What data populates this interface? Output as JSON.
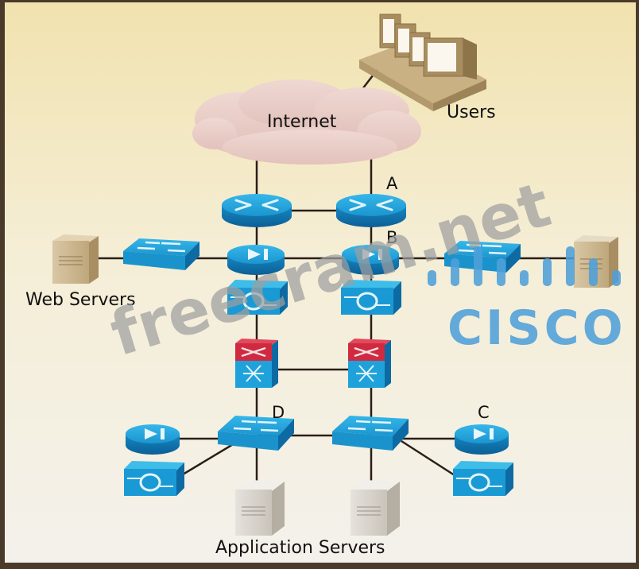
{
  "diagram": {
    "type": "network-topology",
    "labels": {
      "internet": "Internet",
      "users": "Users",
      "web_servers": "Web Servers",
      "application_servers": "Application Servers",
      "point_a": "A",
      "point_b": "B",
      "point_c": "C",
      "point_d": "D"
    },
    "nodes": [
      {
        "id": "users",
        "kind": "workstations",
        "label": "Users"
      },
      {
        "id": "internet",
        "kind": "cloud",
        "label": "Internet"
      },
      {
        "id": "router-left",
        "kind": "router"
      },
      {
        "id": "router-right",
        "kind": "router",
        "marker": "A"
      },
      {
        "id": "lb-left",
        "kind": "content-router"
      },
      {
        "id": "lb-right",
        "kind": "content-router",
        "marker": "B"
      },
      {
        "id": "switch-web",
        "kind": "switch"
      },
      {
        "id": "switch-right",
        "kind": "switch"
      },
      {
        "id": "server-web",
        "kind": "server",
        "label": "Web Servers"
      },
      {
        "id": "server-right",
        "kind": "server"
      },
      {
        "id": "fw-left",
        "kind": "firewall"
      },
      {
        "id": "fw-right",
        "kind": "firewall"
      },
      {
        "id": "l3-left",
        "kind": "multilayer-switch"
      },
      {
        "id": "l3-right",
        "kind": "multilayer-switch"
      },
      {
        "id": "access-left",
        "kind": "switch",
        "marker": "D"
      },
      {
        "id": "access-right",
        "kind": "switch"
      },
      {
        "id": "lb-bottom-left",
        "kind": "content-router"
      },
      {
        "id": "fw-bottom-left",
        "kind": "firewall"
      },
      {
        "id": "lb-bottom-right",
        "kind": "content-router",
        "marker": "C"
      },
      {
        "id": "fw-bottom-right",
        "kind": "firewall"
      },
      {
        "id": "app-server-left",
        "kind": "server",
        "label": "Application Servers"
      },
      {
        "id": "app-server-right",
        "kind": "server",
        "label": "Application Servers"
      }
    ],
    "links": [
      [
        "users",
        "internet"
      ],
      [
        "internet",
        "router-left"
      ],
      [
        "internet",
        "router-right"
      ],
      [
        "router-left",
        "router-right"
      ],
      [
        "router-left",
        "lb-left"
      ],
      [
        "router-right",
        "lb-right"
      ],
      [
        "server-web",
        "switch-web"
      ],
      [
        "switch-web",
        "lb-left"
      ],
      [
        "lb-left",
        "lb-right"
      ],
      [
        "lb-right",
        "switch-right"
      ],
      [
        "switch-right",
        "server-right"
      ],
      [
        "lb-left",
        "fw-left"
      ],
      [
        "lb-right",
        "fw-right"
      ],
      [
        "fw-left",
        "l3-left"
      ],
      [
        "fw-right",
        "l3-right"
      ],
      [
        "l3-left",
        "l3-right"
      ],
      [
        "l3-left",
        "access-left"
      ],
      [
        "l3-right",
        "access-right"
      ],
      [
        "access-left",
        "access-right"
      ],
      [
        "access-left",
        "lb-bottom-left"
      ],
      [
        "access-left",
        "fw-bottom-left"
      ],
      [
        "access-left",
        "app-server-left"
      ],
      [
        "access-right",
        "app-server-right"
      ],
      [
        "access-right",
        "lb-bottom-right"
      ],
      [
        "access-right",
        "fw-bottom-right"
      ]
    ]
  },
  "watermarks": {
    "site": "freecram.net",
    "brand": "CISCO"
  },
  "colors": {
    "device_blue": "#1a9fd6",
    "device_dark": "#0d6fa8",
    "firewall_red": "#d0283e",
    "cloud_pink": "#e9cdc8",
    "background_top": "#f3e5b6",
    "background_bottom": "#f4f2ec",
    "cisco_blue": "#4f9fd8",
    "watermark_gray": "#a9a9a9"
  }
}
